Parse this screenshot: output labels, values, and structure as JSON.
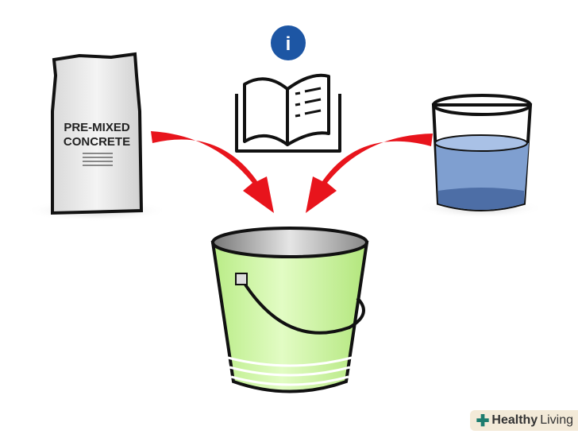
{
  "bag": {
    "line1": "PRE-MIXED",
    "line2": "CONCRETE"
  },
  "info_icon": {
    "glyph": "i",
    "icon": "info-icon"
  },
  "watermark": {
    "bold": "Healthy",
    "regular": "Living"
  },
  "colors": {
    "arrow": "#e8141c",
    "bucket": "#c9f59a",
    "water": "#7f9fd0",
    "info": "#1d56a4"
  }
}
